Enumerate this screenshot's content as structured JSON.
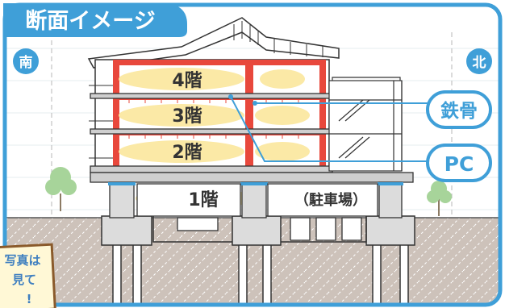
{
  "title": "断面イメージ",
  "directions": {
    "south": "南",
    "north": "北"
  },
  "floors": {
    "f4": "4階",
    "f3": "3階",
    "f2": "2階",
    "f1": "1階",
    "parking": "（駐車場）"
  },
  "materials": {
    "steel": "鉄骨",
    "pc": "PC"
  },
  "note": {
    "line1": "写真は",
    "line2": "見て",
    "line3": "!"
  },
  "colors": {
    "frame_blue": "#3f9fd8",
    "steel_red": "#e8483c",
    "highlight_yellow": "#fbe9a6",
    "ground": "#cdc2ba",
    "concrete": "#cfcfcf",
    "tree_green": "#a7d49a",
    "text_dark": "#333333"
  }
}
